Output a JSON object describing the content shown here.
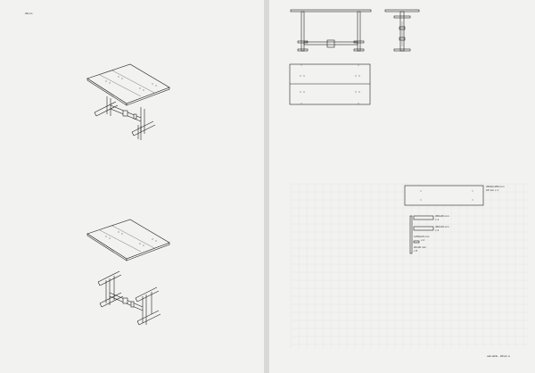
{
  "left_page": {
    "header_label": "26mm"
  },
  "right_page": {
    "cutting_sheet_label_1": "2500x1250 mm",
    "cutting_sheet_label_2": "18 mm x 1",
    "part_1_label": "450x26 mm",
    "part_1_qty": "x 4",
    "part_2_label": "450x26 mm",
    "part_2_qty": "x 4",
    "part_3_label": "1250x26 mm",
    "part_3_qty": "x 2",
    "part_4_label": "20x20 mm",
    "part_4_qty": "x 8",
    "footer_label": "oak table - 26mm a"
  },
  "colors": {
    "paper": "#f2f2f0",
    "gutter": "#d9d9d9",
    "line": "#222222",
    "grid": "#e2e2e0"
  }
}
